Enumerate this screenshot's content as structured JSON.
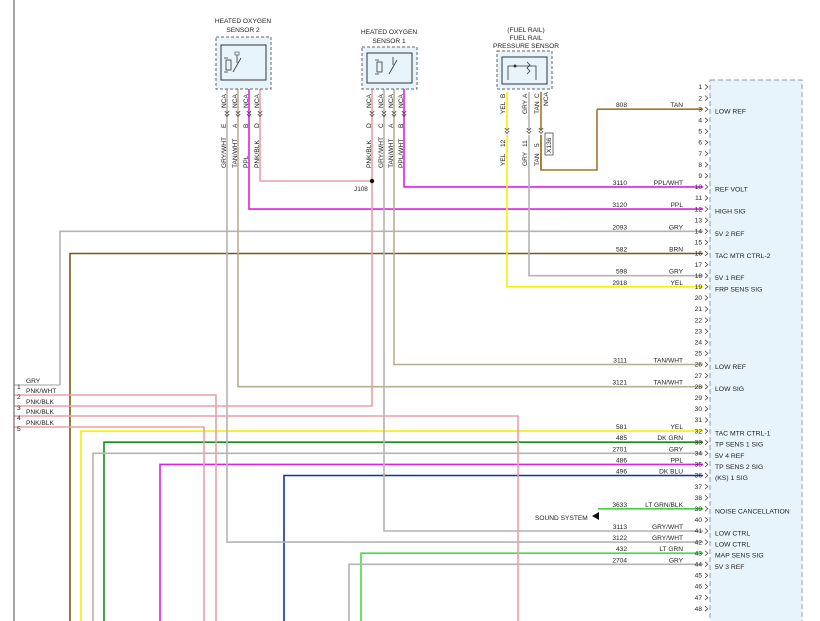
{
  "sensors": {
    "ho2s2": {
      "title1": "HEATED OXYGEN",
      "title2": "SENSOR 2",
      "pins": [
        "E",
        "A",
        "B",
        "D"
      ],
      "nca": [
        "NCA",
        "NCA",
        "NCA",
        "NCA"
      ],
      "wires": [
        "GRY/WHT",
        "TAN/WHT",
        "PPL",
        "PNK/BLK"
      ]
    },
    "ho2s1": {
      "title1": "HEATED OXYGEN",
      "title2": "SENSOR 1",
      "pins": [
        "D",
        "C",
        "A",
        "B"
      ],
      "nca": [
        "NCA",
        "NCA",
        "NCA",
        "NCA"
      ],
      "wires": [
        "PNK/BLK",
        "GRY/WHT",
        "TAN/WHT",
        "PPL/WHT"
      ]
    },
    "frp": {
      "title0": "(FUEL RAIL)",
      "title1": "FUEL RAIL",
      "title2": "PRESSURE SENSOR",
      "pins": [
        "B",
        "A",
        "C"
      ],
      "wires_top": [
        "YEL",
        "GRY",
        "TAN"
      ],
      "nca": [
        "NCA"
      ],
      "cav": [
        "12",
        "11",
        "5"
      ],
      "conn": "X136",
      "wires_bottom": [
        "YEL",
        "GRY",
        "TAN"
      ]
    }
  },
  "splice": "J108",
  "left_connector": {
    "pins": [
      "1",
      "2",
      "3",
      "4",
      "5"
    ],
    "labels": [
      "GRY",
      "PNK/WHT",
      "PNK/BLK",
      "PNK/BLK",
      "PNK/BLK"
    ]
  },
  "sound_system": "SOUND SYSTEM",
  "ecm_pins": [
    {
      "pin": "1",
      "func": "",
      "circuit": "",
      "color": ""
    },
    {
      "pin": "2",
      "func": "",
      "circuit": "",
      "color": ""
    },
    {
      "pin": "3",
      "func": "LOW REF",
      "circuit": "808",
      "color": "TAN"
    },
    {
      "pin": "4",
      "func": "",
      "circuit": "",
      "color": ""
    },
    {
      "pin": "5",
      "func": "",
      "circuit": "",
      "color": ""
    },
    {
      "pin": "6",
      "func": "",
      "circuit": "",
      "color": ""
    },
    {
      "pin": "7",
      "func": "",
      "circuit": "",
      "color": ""
    },
    {
      "pin": "8",
      "func": "",
      "circuit": "",
      "color": ""
    },
    {
      "pin": "9",
      "func": "",
      "circuit": "",
      "color": ""
    },
    {
      "pin": "10",
      "func": "REF VOLT",
      "circuit": "3110",
      "color": "PPL/WHT"
    },
    {
      "pin": "11",
      "func": "",
      "circuit": "",
      "color": ""
    },
    {
      "pin": "12",
      "func": "HIGH SIG",
      "circuit": "3120",
      "color": "PPL"
    },
    {
      "pin": "13",
      "func": "",
      "circuit": "",
      "color": ""
    },
    {
      "pin": "14",
      "func": "5V 2 REF",
      "circuit": "2093",
      "color": "GRY"
    },
    {
      "pin": "15",
      "func": "",
      "circuit": "",
      "color": ""
    },
    {
      "pin": "16",
      "func": "TAC MTR CTRL-2",
      "circuit": "582",
      "color": "BRN"
    },
    {
      "pin": "17",
      "func": "",
      "circuit": "",
      "color": ""
    },
    {
      "pin": "18",
      "func": "5V 1 REF",
      "circuit": "598",
      "color": "GRY"
    },
    {
      "pin": "19",
      "func": "FRP SENS SIG",
      "circuit": "2918",
      "color": "YEL"
    },
    {
      "pin": "20",
      "func": "",
      "circuit": "",
      "color": ""
    },
    {
      "pin": "21",
      "func": "",
      "circuit": "",
      "color": ""
    },
    {
      "pin": "22",
      "func": "",
      "circuit": "",
      "color": ""
    },
    {
      "pin": "23",
      "func": "",
      "circuit": "",
      "color": ""
    },
    {
      "pin": "24",
      "func": "",
      "circuit": "",
      "color": ""
    },
    {
      "pin": "25",
      "func": "",
      "circuit": "",
      "color": ""
    },
    {
      "pin": "26",
      "func": "LOW REF",
      "circuit": "3111",
      "color": "TAN/WHT"
    },
    {
      "pin": "27",
      "func": "",
      "circuit": "",
      "color": ""
    },
    {
      "pin": "28",
      "func": "LOW SIG",
      "circuit": "3121",
      "color": "TAN/WHT"
    },
    {
      "pin": "29",
      "func": "",
      "circuit": "",
      "color": ""
    },
    {
      "pin": "30",
      "func": "",
      "circuit": "",
      "color": ""
    },
    {
      "pin": "31",
      "func": "",
      "circuit": "",
      "color": ""
    },
    {
      "pin": "32",
      "func": "TAC MTR CTRL-1",
      "circuit": "581",
      "color": "YEL"
    },
    {
      "pin": "33",
      "func": "TP SENS 1 SIG",
      "circuit": "485",
      "color": "DK GRN"
    },
    {
      "pin": "34",
      "func": "5V 4 REF",
      "circuit": "2701",
      "color": "GRY"
    },
    {
      "pin": "35",
      "func": "TP SENS 2 SIG",
      "circuit": "486",
      "color": "PPL"
    },
    {
      "pin": "36",
      "func": "(KS) 1 SIG",
      "circuit": "496",
      "color": "DK BLU"
    },
    {
      "pin": "37",
      "func": "",
      "circuit": "",
      "color": ""
    },
    {
      "pin": "38",
      "func": "",
      "circuit": "",
      "color": ""
    },
    {
      "pin": "39",
      "func": "NOISE CANCELLATION",
      "circuit": "3633",
      "color": "LT GRN/BLK"
    },
    {
      "pin": "40",
      "func": "",
      "circuit": "",
      "color": ""
    },
    {
      "pin": "41",
      "func": "LOW CTRL",
      "circuit": "3113",
      "color": "GRY/WHT"
    },
    {
      "pin": "42",
      "func": "LOW CTRL",
      "circuit": "3122",
      "color": "GRY/WHT"
    },
    {
      "pin": "43",
      "func": "MAP SENS SIG",
      "circuit": "432",
      "color": "LT GRN"
    },
    {
      "pin": "44",
      "func": "5V 3 REF",
      "circuit": "2704",
      "color": "GRY"
    },
    {
      "pin": "45",
      "func": "",
      "circuit": "",
      "color": ""
    },
    {
      "pin": "46",
      "func": "",
      "circuit": "",
      "color": ""
    },
    {
      "pin": "47",
      "func": "",
      "circuit": "",
      "color": ""
    },
    {
      "pin": "48",
      "func": "",
      "circuit": "",
      "color": ""
    }
  ],
  "wire_colors": {
    "TAN": "#a07820",
    "TAN/WHT": "#b8ae90",
    "PPL": "#e020e0",
    "PPL/WHT": "#e020e0",
    "GRY": "#b4b4b4",
    "GRY/WHT": "#b4b4b4",
    "BRN": "#7a5a12",
    "YEL": "#f2f200",
    "DK GRN": "#1a8a1a",
    "DK BLU": "#1030b0",
    "LT GRN": "#40e040",
    "LT GRN/BLK": "#40d040",
    "PNK/BLK": "#e8a0a8",
    "PNK/WHT": "#e8a0a8"
  }
}
